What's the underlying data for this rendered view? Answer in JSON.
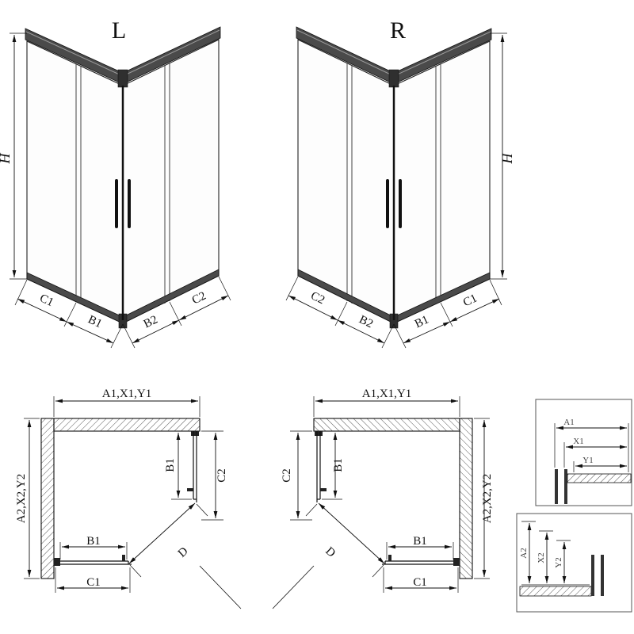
{
  "labels": {
    "L": "L",
    "R": "R",
    "H": "H",
    "C1": "C1",
    "B1": "B1",
    "B2": "B2",
    "C2": "C2",
    "D": "D",
    "A1X1Y1": "A1,X1,Y1",
    "A2X2Y2": "A2,X2,Y2",
    "A1": "A1",
    "X1": "X1",
    "Y1": "Y1",
    "A2": "A2",
    "X2": "X2",
    "Y2": "Y2"
  },
  "colors": {
    "line": "#111111",
    "rail": "#4a4a4a",
    "background": "#ffffff"
  }
}
